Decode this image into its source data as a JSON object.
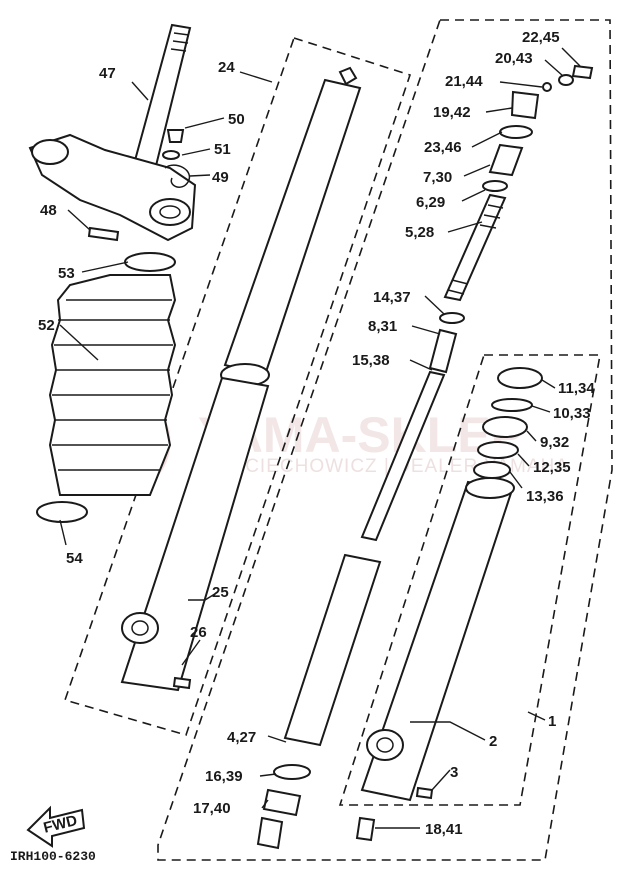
{
  "diagram_code": "IRH100-6230",
  "fwd_label": "FWD",
  "watermark": {
    "title": "YAMA-SKLEP",
    "subtitle": "WOJCIECHOWICZ | DEALER YAMAHA"
  },
  "callouts": {
    "c1": "1",
    "c2": "2",
    "c3": "3",
    "c4": "4,27",
    "c5": "5,28",
    "c6": "6,29",
    "c7": "7,30",
    "c8": "8,31",
    "c9": "9,32",
    "c10": "10,33",
    "c11": "11,34",
    "c12": "12,35",
    "c13": "13,36",
    "c14": "14,37",
    "c15": "15,38",
    "c16": "16,39",
    "c17": "17,40",
    "c18": "18,41",
    "c19": "19,42",
    "c20": "20,43",
    "c21": "21,44",
    "c22": "22,45",
    "c23": "23,46",
    "c24": "24",
    "c25": "25",
    "c26": "26",
    "c47": "47",
    "c48": "48",
    "c49": "49",
    "c50": "50",
    "c51": "51",
    "c52": "52",
    "c53": "53",
    "c54": "54"
  },
  "colors": {
    "ink": "#1a1a1a",
    "watermark": "#e8d2d2"
  }
}
